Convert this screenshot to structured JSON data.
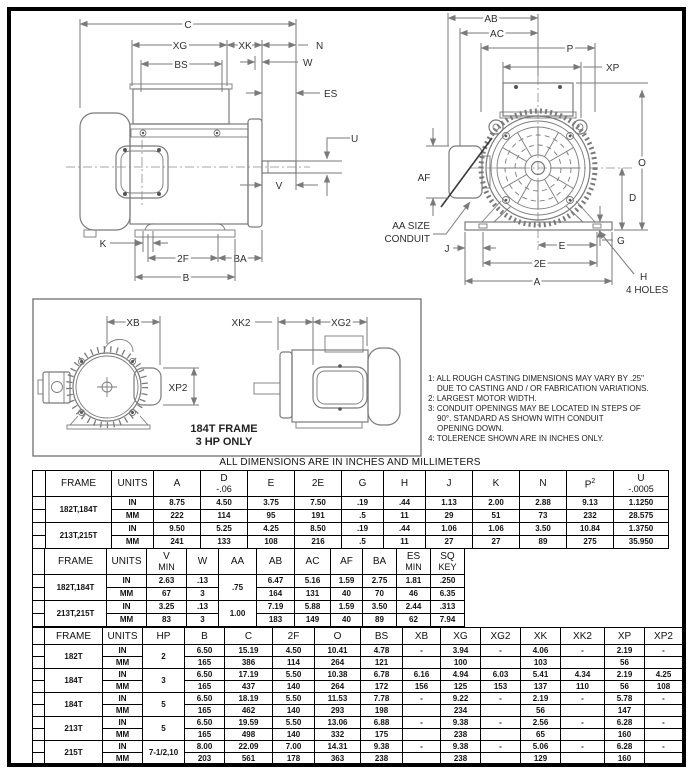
{
  "title": "ALL DIMENSIONS ARE IN INCHES AND MILLIMETERS",
  "caption": {
    "line1": "184T FRAME",
    "line2": "3 HP ONLY"
  },
  "labels": {
    "c": "C",
    "xg": "XG",
    "xk": "XK",
    "n": "N",
    "bs": "BS",
    "w": "W",
    "es": "ES",
    "u": "U",
    "v": "V",
    "k": "K",
    "two_f": "2F",
    "ba": "BA",
    "b": "B",
    "ab": "AB",
    "ac": "AC",
    "p": "P",
    "xp": "XP",
    "o": "O",
    "af": "AF",
    "d": "D",
    "g": "G",
    "j": "J",
    "e": "E",
    "two_e": "2E",
    "a": "A",
    "h": "H",
    "four_holes": "4 HOLES",
    "aa_size": "AA SIZE",
    "conduit": "CONDUIT",
    "xb": "XB",
    "xp2": "XP2",
    "xk2": "XK2",
    "xg2": "XG2"
  },
  "notes": [
    {
      "text": "1: ALL ROUGH CASTING DIMENSIONS MAY VARY BY .25\"",
      "indent": false
    },
    {
      "text": "DUE TO CASTING AND / OR FABRICATION VARIATIONS.",
      "indent": true
    },
    {
      "text": "2: LARGEST MOTOR WIDTH.",
      "indent": false
    },
    {
      "text": "3: CONDUIT OPENINGS MAY BE LOCATED IN STEPS OF",
      "indent": false
    },
    {
      "text": "90°. STANDARD AS SHOWN WITH CONDUIT",
      "indent": true
    },
    {
      "text": "OPENING DOWN.",
      "indent": true
    },
    {
      "text": "4: TOLERENCE SHOWN ARE IN INCHES ONLY.",
      "indent": false
    }
  ],
  "tables": [
    {
      "name": "mounting-dimensions-table",
      "columns": [
        {
          "h": ""
        },
        {
          "h": "FRAME"
        },
        {
          "h": "UNITS"
        },
        {
          "h": "A"
        },
        {
          "h": "D",
          "h2": "-.06"
        },
        {
          "h": "E"
        },
        {
          "h": "2E"
        },
        {
          "h": "G"
        },
        {
          "h": "H"
        },
        {
          "h": "J"
        },
        {
          "h": "K"
        },
        {
          "h": "N"
        },
        {
          "h": "P",
          "sup": "2"
        },
        {
          "h": "U",
          "h2": "-.0005"
        }
      ],
      "rows": [
        [
          "",
          {
            "t": "182T,184T",
            "rs": 2
          },
          "IN",
          "8.75",
          "4.50",
          "3.75",
          "7.50",
          ".19",
          ".44",
          "1.13",
          "2.00",
          "2.88",
          "9.13",
          "1.1250"
        ],
        [
          "",
          "MM",
          "222",
          "114",
          "95",
          "191",
          ".5",
          "11",
          "29",
          "51",
          "73",
          "232",
          "28.575"
        ],
        [
          "",
          {
            "t": "213T,215T",
            "rs": 2
          },
          "IN",
          "9.50",
          "5.25",
          "4.25",
          "8.50",
          ".19",
          ".44",
          "1.06",
          "1.06",
          "3.50",
          "10.84",
          "1.3750"
        ],
        [
          "",
          "MM",
          "241",
          "133",
          "108",
          "216",
          ".5",
          "11",
          "27",
          "27",
          "89",
          "275",
          "35.950"
        ]
      ]
    },
    {
      "name": "shaft-dimensions-table",
      "columns": [
        {
          "h": ""
        },
        {
          "h": "FRAME"
        },
        {
          "h": "UNITS"
        },
        {
          "h": "V",
          "h2": "MIN"
        },
        {
          "h": "W"
        },
        {
          "h": "AA"
        },
        {
          "h": "AB"
        },
        {
          "h": "AC"
        },
        {
          "h": "AF"
        },
        {
          "h": "BA"
        },
        {
          "h": "ES",
          "h2": "MIN"
        },
        {
          "h": "SQ",
          "h2": "KEY"
        }
      ],
      "rows": [
        [
          "",
          {
            "t": "182T,184T",
            "rs": 2
          },
          "IN",
          "2.63",
          ".13",
          {
            "t": ".75",
            "rs": 2
          },
          "6.47",
          "5.16",
          "1.59",
          "2.75",
          "1.81",
          ".250"
        ],
        [
          "",
          "MM",
          "67",
          "3",
          "164",
          "131",
          "40",
          "70",
          "46",
          "6.35"
        ],
        [
          "",
          {
            "t": "213T,215T",
            "rs": 2
          },
          "IN",
          "3.25",
          ".13",
          {
            "t": "1.00",
            "rs": 2
          },
          "7.19",
          "5.88",
          "1.59",
          "3.50",
          "2.44",
          ".313"
        ],
        [
          "",
          "MM",
          "83",
          "3",
          "183",
          "149",
          "40",
          "89",
          "62",
          "7.94"
        ]
      ]
    },
    {
      "name": "frame-hp-dimensions-table",
      "columns": [
        {
          "h": ""
        },
        {
          "h": "FRAME"
        },
        {
          "h": "UNITS"
        },
        {
          "h": "HP"
        },
        {
          "h": "B"
        },
        {
          "h": "C"
        },
        {
          "h": "2F"
        },
        {
          "h": "O"
        },
        {
          "h": "BS"
        },
        {
          "h": "XB"
        },
        {
          "h": "XG"
        },
        {
          "h": "XG2"
        },
        {
          "h": "XK"
        },
        {
          "h": "XK2"
        },
        {
          "h": "XP"
        },
        {
          "h": "XP2"
        }
      ],
      "rows": [
        [
          "",
          {
            "t": "182T",
            "rs": 2
          },
          "IN",
          {
            "t": "2",
            "rs": 2
          },
          "6.50",
          "15.19",
          "4.50",
          "10.41",
          "4.78",
          "-",
          "3.94",
          "-",
          "4.06",
          "-",
          "2.19",
          "-"
        ],
        [
          "",
          "MM",
          "165",
          "386",
          "114",
          "264",
          "121",
          "",
          "100",
          "",
          "103",
          "",
          "56",
          ""
        ],
        [
          "",
          {
            "t": "184T",
            "rs": 2
          },
          "IN",
          {
            "t": "3",
            "rs": 2
          },
          "6.50",
          "17.19",
          "5.50",
          "10.38",
          "6.78",
          "6.16",
          "4.94",
          "6.03",
          "5.41",
          "4.34",
          "2.19",
          "4.25"
        ],
        [
          "",
          "MM",
          "165",
          "437",
          "140",
          "264",
          "172",
          "156",
          "125",
          "153",
          "137",
          "110",
          "56",
          "108"
        ],
        [
          "",
          {
            "t": "184T",
            "rs": 2
          },
          "IN",
          {
            "t": "5",
            "rs": 2
          },
          "6.50",
          "18.19",
          "5.50",
          "11.53",
          "7.78",
          "-",
          "9.22",
          "-",
          "2.19",
          "-",
          "5.78",
          "-"
        ],
        [
          "",
          "MM",
          "165",
          "462",
          "140",
          "293",
          "198",
          "",
          "234",
          "",
          "56",
          "",
          "147",
          ""
        ],
        [
          "",
          {
            "t": "213T",
            "rs": 2
          },
          "IN",
          {
            "t": "5",
            "rs": 2
          },
          "6.50",
          "19.59",
          "5.50",
          "13.06",
          "6.88",
          "-",
          "9.38",
          "-",
          "2.56",
          "-",
          "6.28",
          "-"
        ],
        [
          "",
          "MM",
          "165",
          "498",
          "140",
          "332",
          "175",
          "",
          "238",
          "",
          "65",
          "",
          "160",
          ""
        ],
        [
          "",
          {
            "t": "215T",
            "rs": 2
          },
          "IN",
          {
            "t": "7-1/2,10",
            "rs": 2
          },
          "8.00",
          "22.09",
          "7.00",
          "14.31",
          "9.38",
          "-",
          "9.38",
          "-",
          "5.06",
          "-",
          "6.28",
          "-"
        ],
        [
          "",
          "MM",
          "203",
          "561",
          "178",
          "363",
          "238",
          "",
          "238",
          "",
          "129",
          "",
          "160",
          ""
        ]
      ]
    }
  ]
}
